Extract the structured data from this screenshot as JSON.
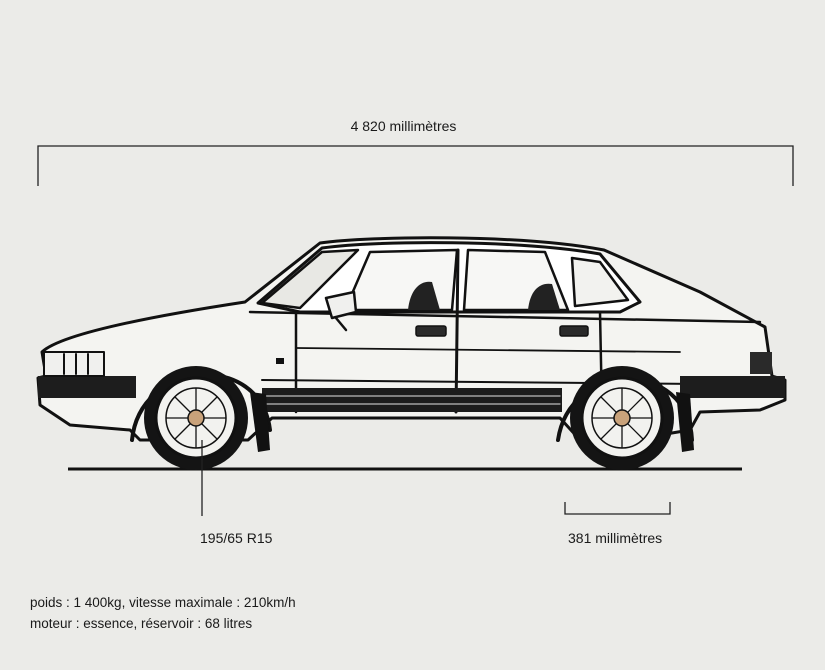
{
  "dimensions": {
    "length": "4 820  millimètres",
    "tire": "195/65 R15",
    "ground_clearance": "381 millimètres"
  },
  "specs": {
    "line1": "poids : 1 400kg, vitesse maximale : 210km/h",
    "line2": "moteur : essence, réservoir : 68 litres"
  },
  "colors": {
    "background": "#ebebe8",
    "ink": "#1a1a1a"
  }
}
